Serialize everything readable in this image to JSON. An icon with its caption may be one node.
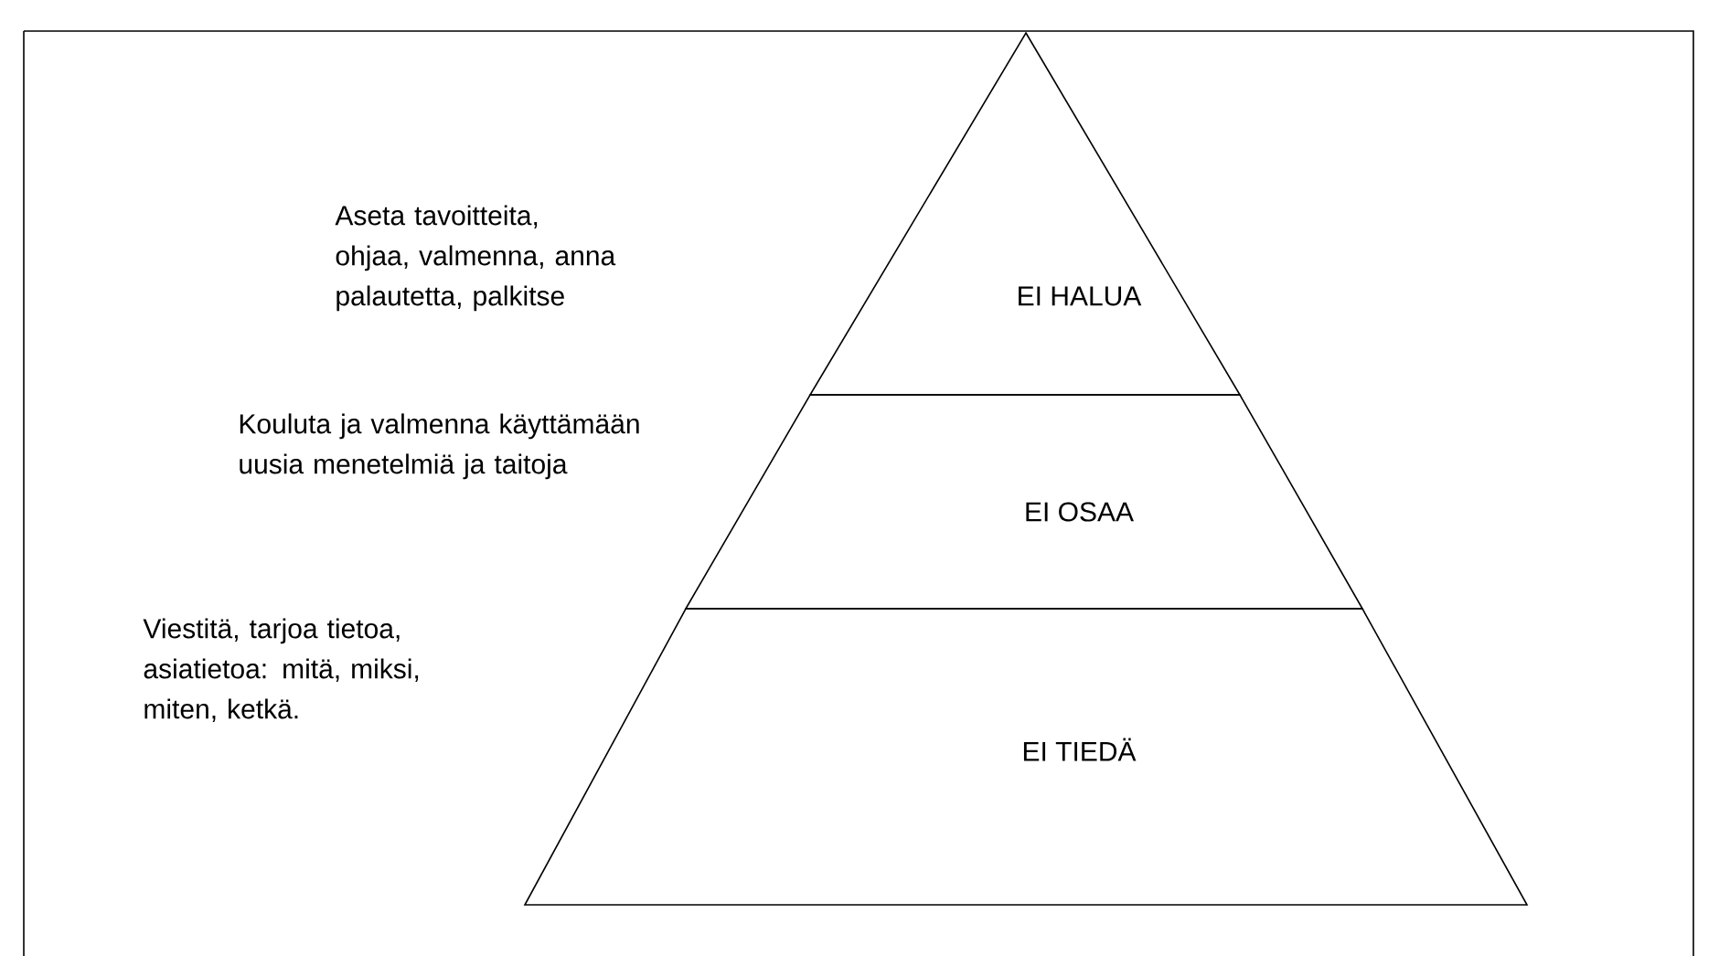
{
  "diagram": {
    "nodes": [
      {
        "text": [
          "EI HALUA"
        ]
      },
      {
        "text": [
          "EI OSAA"
        ]
      },
      {
        "text": [
          "EI TIEDÄ"
        ]
      }
    ],
    "labels": [
      "Aseta tavoitteita, ohjaa, valmenna, anna palautetta, palkitse",
      "Kouluta ja valmenna käyttämään uusia menetelmiä ja taitoja",
      "Viestitä, tarjoa tietoa, asiatietoa: mitä, miksi, miten, ketkä."
    ]
  }
}
